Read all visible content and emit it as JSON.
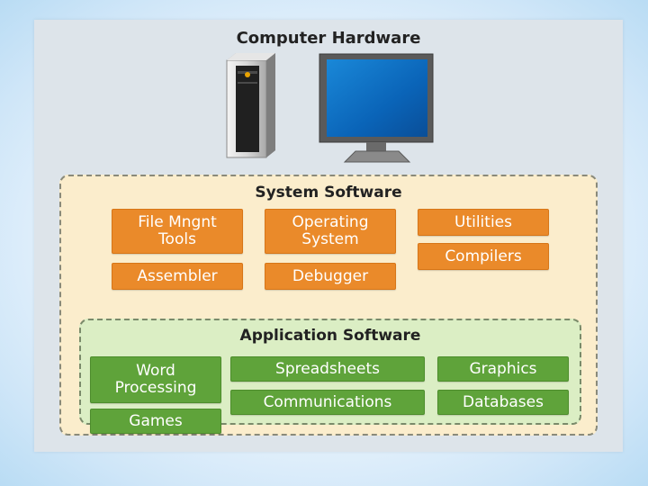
{
  "hardware": {
    "title": "Computer Hardware"
  },
  "system_software": {
    "title": "System Software",
    "items": [
      "File Mngnt\nTools",
      "Operating\nSystem",
      "Utilities",
      "Compilers",
      "Assembler",
      "Debugger"
    ]
  },
  "application_software": {
    "title": "Application Software",
    "items": [
      "Word\nProcessing",
      "Spreadsheets",
      "Graphics",
      "Communications",
      "Databases",
      "Games"
    ]
  },
  "colors": {
    "system_box": "#ea8a2a",
    "application_box": "#5fa33a",
    "system_panel": "#fbedcc",
    "application_panel": "#dbeec4"
  },
  "icons": [
    "computer-tower-icon",
    "monitor-icon"
  ]
}
